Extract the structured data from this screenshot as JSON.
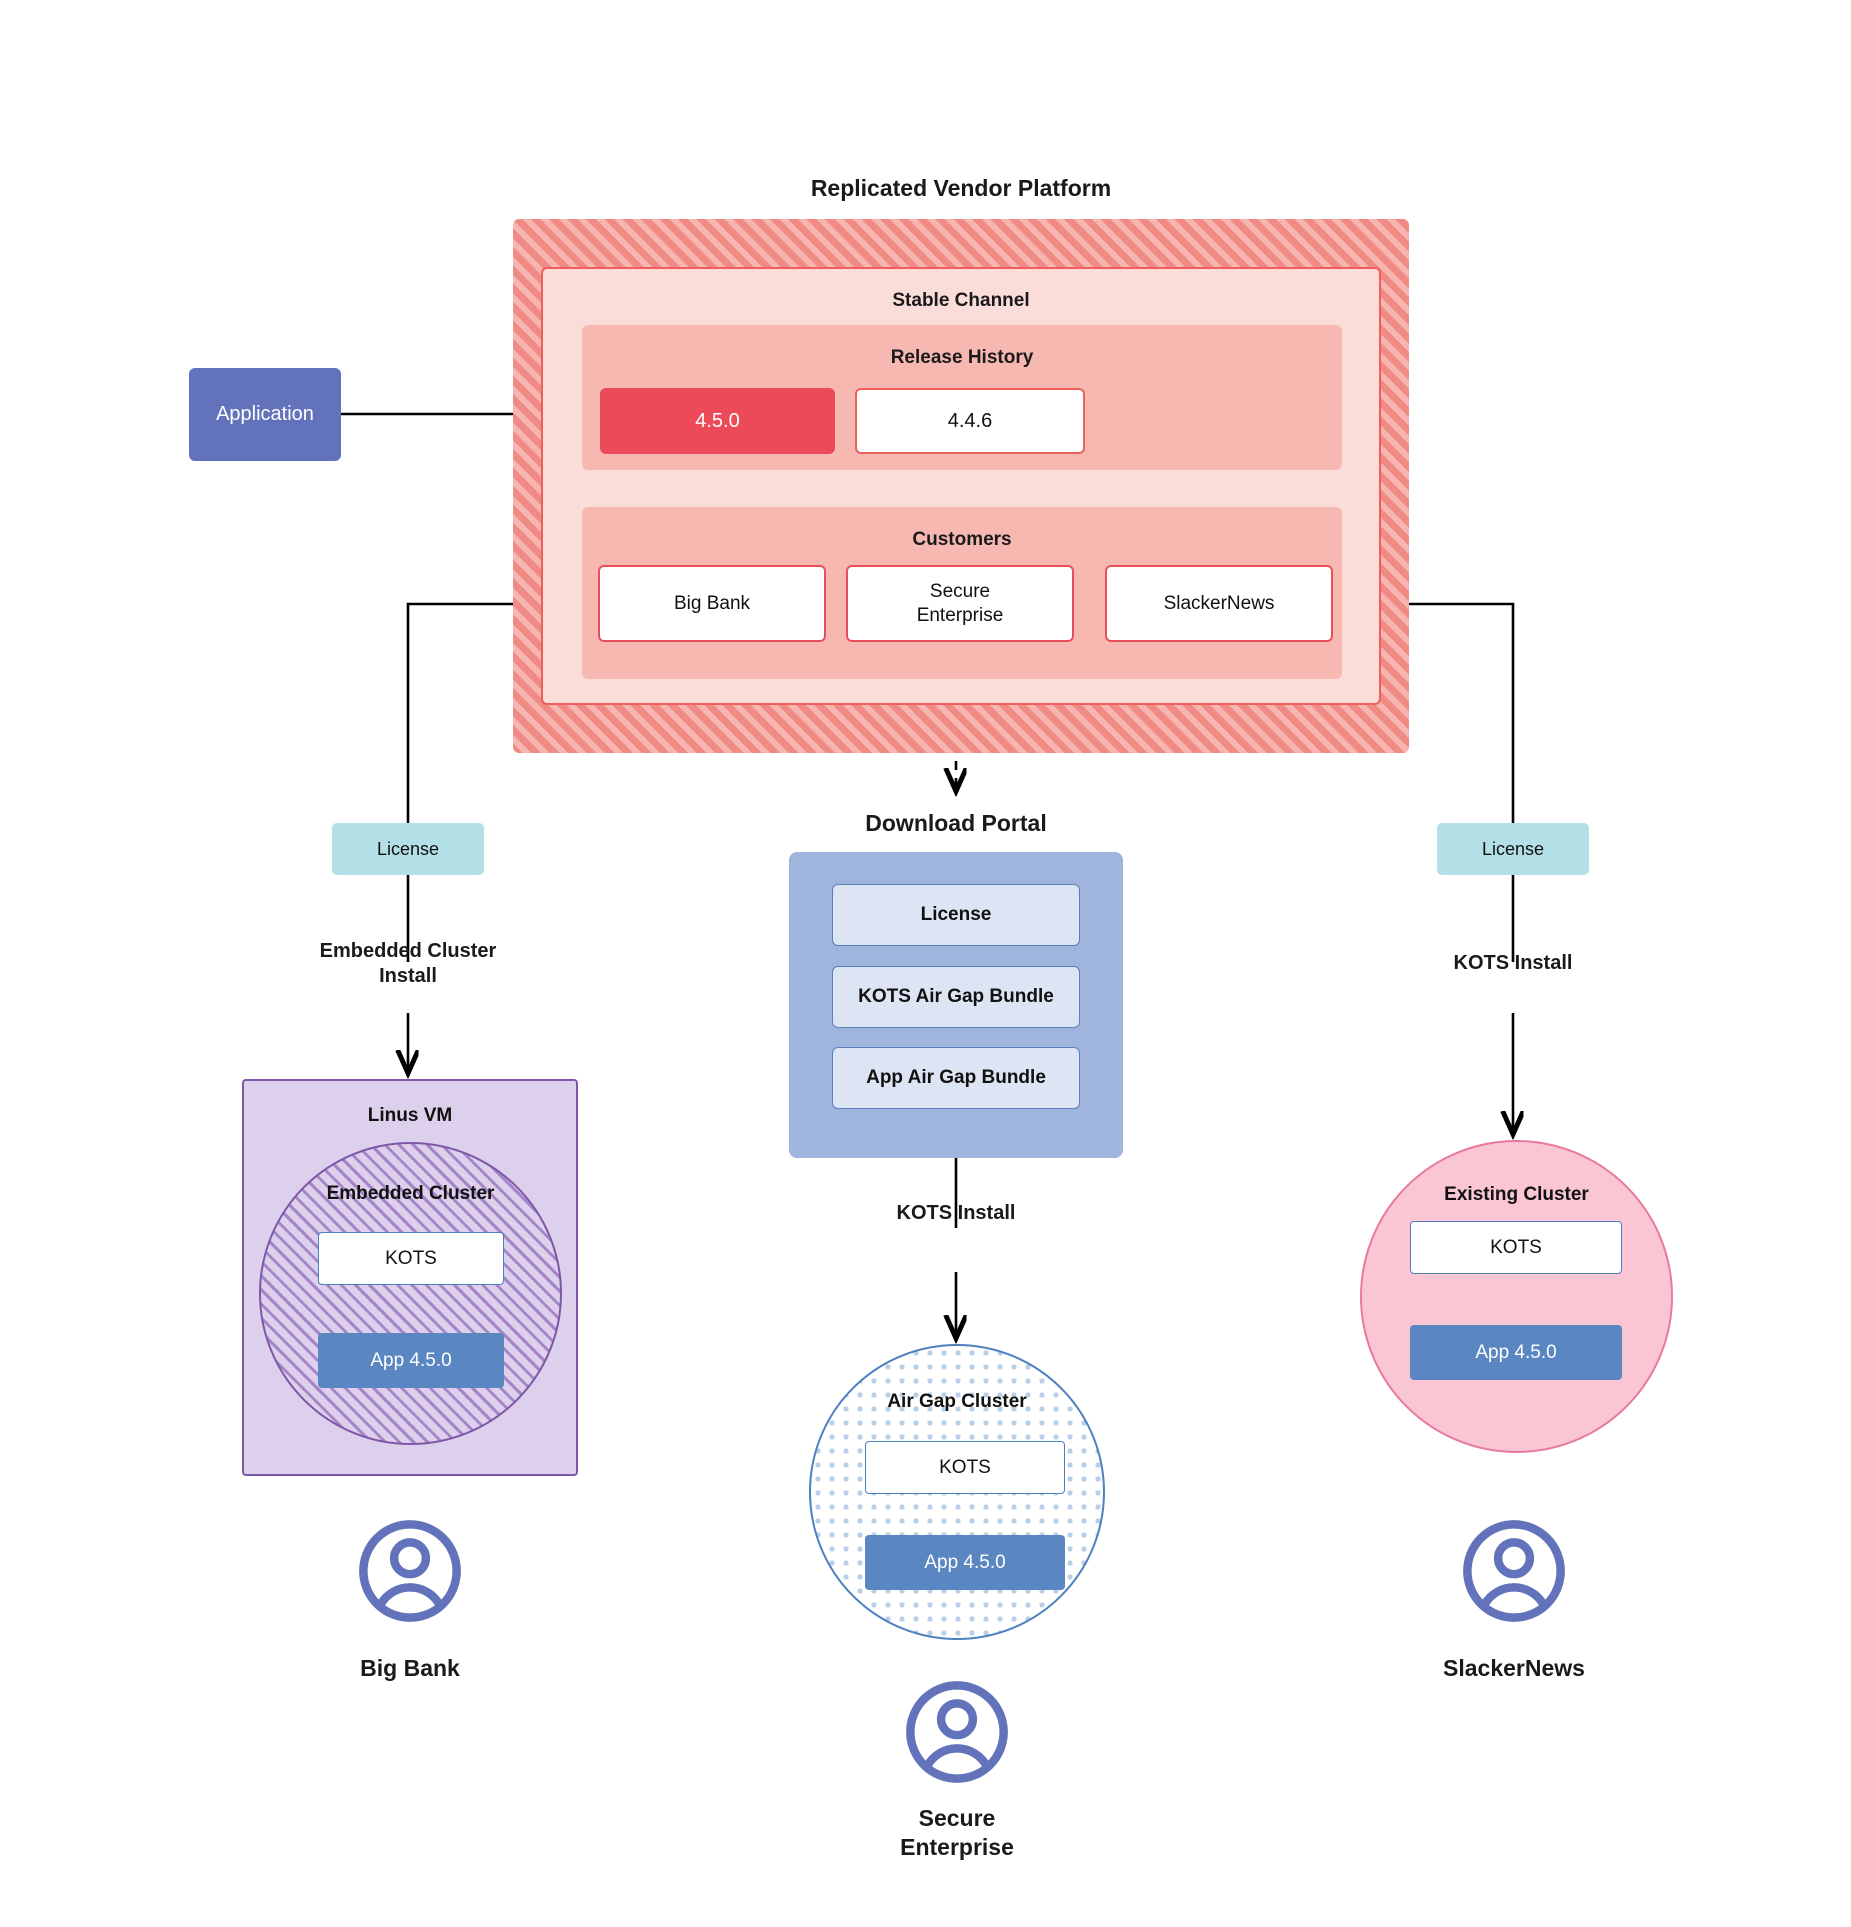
{
  "diagram": {
    "title": "Replicated Vendor Platform"
  },
  "vendor_platform": {
    "title": "Replicated Vendor Platform",
    "stable_channel": {
      "label": "Stable Channel",
      "release_history": {
        "label": "Release History",
        "releases": [
          {
            "version": "4.5.0",
            "state": "current"
          },
          {
            "version": "4.4.6",
            "state": "previous"
          }
        ]
      },
      "customers": {
        "label": "Customers",
        "items": [
          {
            "name": "Big Bank"
          },
          {
            "name": "Secure\nEnterprise"
          },
          {
            "name": "SlackerNews"
          }
        ]
      }
    }
  },
  "application": {
    "label": "Application"
  },
  "licenses": {
    "left_label": "License",
    "right_label": "License"
  },
  "download_portal": {
    "title": "Download  Portal",
    "items": [
      {
        "label": "License"
      },
      {
        "label": "KOTS Air Gap Bundle"
      },
      {
        "label": "App Air Gap Bundle"
      }
    ]
  },
  "install_labels": {
    "left": "Embedded Cluster\nInstall",
    "center": "KOTS Install",
    "right": "KOTS Install"
  },
  "clusters": {
    "linus_vm": {
      "label": "Linus VM",
      "embedded_cluster": {
        "label": "Embedded Cluster",
        "kots": "KOTS",
        "app": "App 4.5.0"
      }
    },
    "air_gap": {
      "label": "Air Gap Cluster",
      "kots": "KOTS",
      "app": "App 4.5.0"
    },
    "existing": {
      "label": "Existing Cluster",
      "kots": "KOTS",
      "app": "App 4.5.0"
    }
  },
  "personas": [
    {
      "name": "Big Bank"
    },
    {
      "name": "Secure\nEnterprise"
    },
    {
      "name": "SlackerNews"
    }
  ],
  "colors": {
    "vendor_hatch": "#f08a85",
    "stable_channel_bg": "#fadcd9",
    "band_bg": "#f8b8b2",
    "release_current": "#ec4a58",
    "application": "#6272bb",
    "license_chip": "#b3dfe6",
    "download_portal": "#9fb5dd",
    "download_item": "#dde4f4",
    "linus_vm": "#ddd0ec",
    "embedded_border": "#7e58a8",
    "air_gap_border": "#4e80c0",
    "existing_cluster": "#fbc6d4",
    "app_box": "#5a86c2",
    "persona": "#6272bb"
  }
}
